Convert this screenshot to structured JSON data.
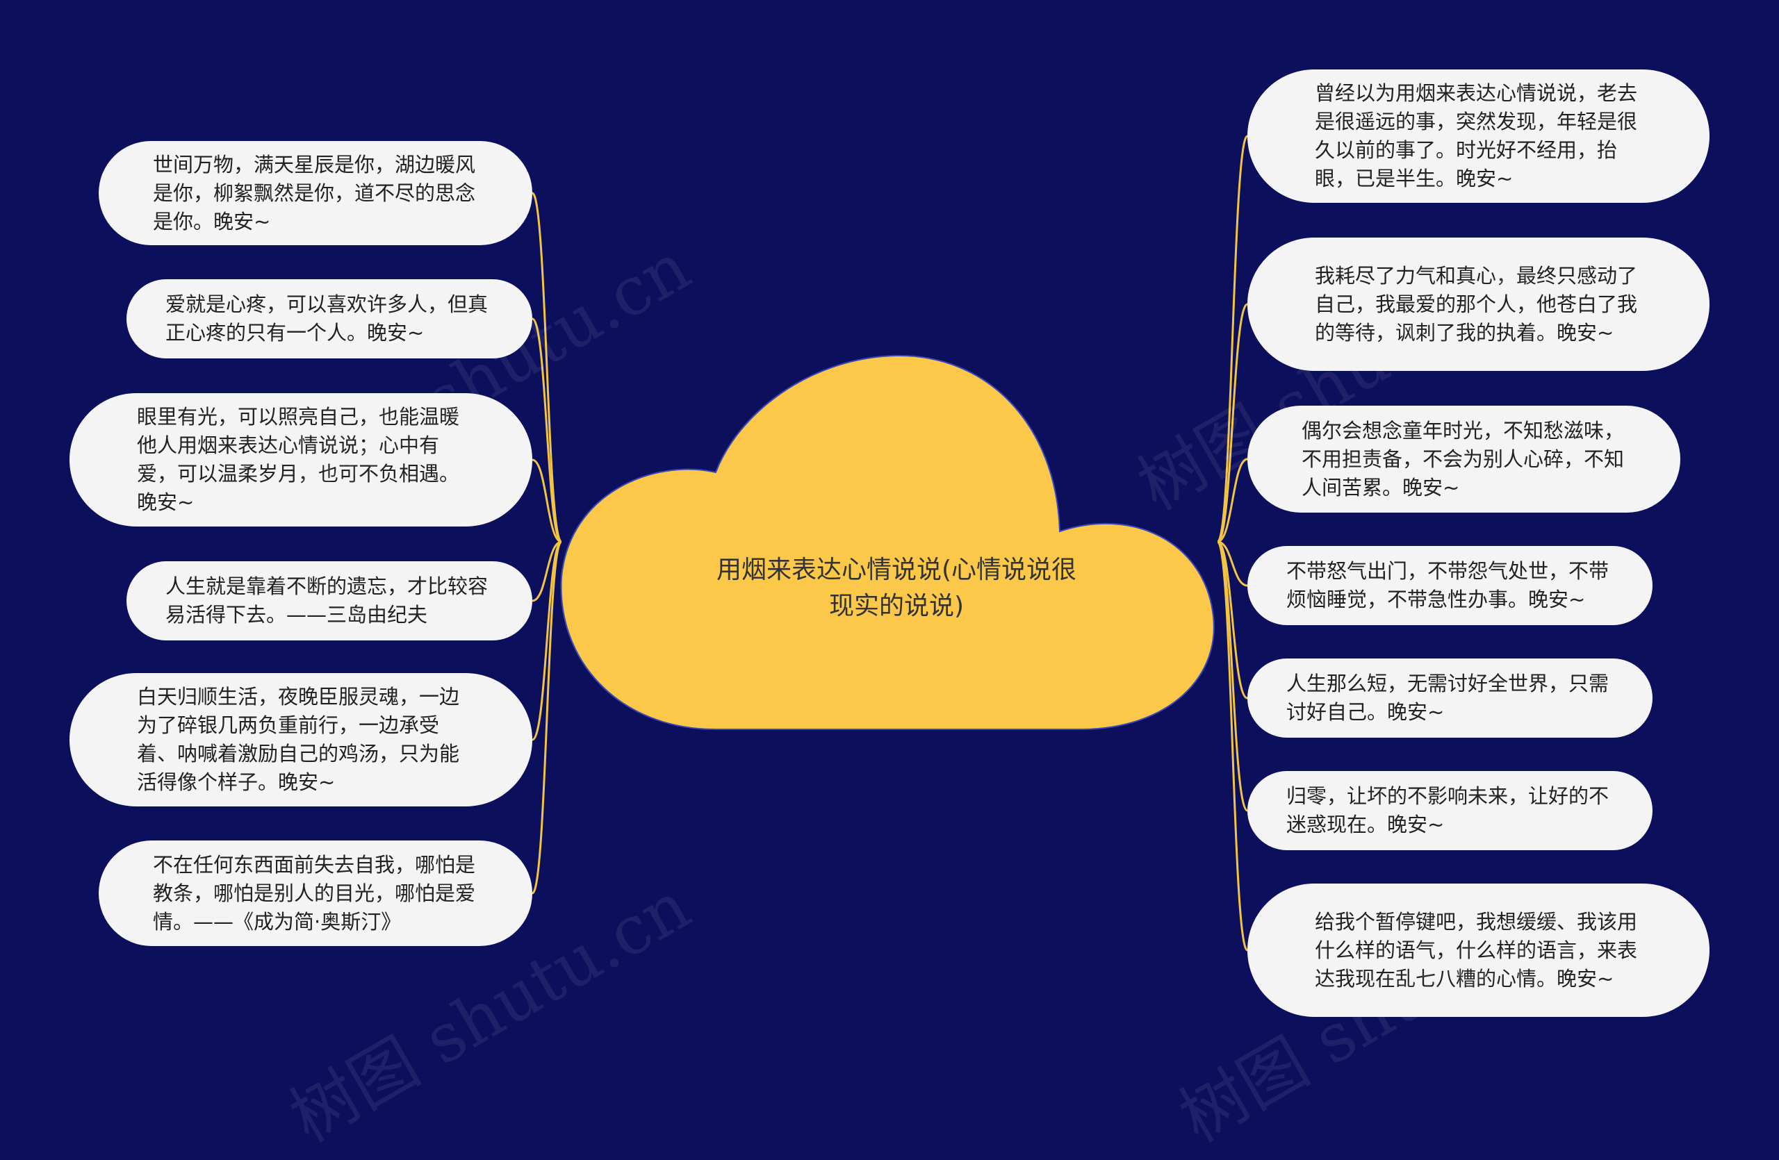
{
  "center": {
    "title": "用烟来表达心情说说(心情说说很现实的说说)"
  },
  "left_nodes": [
    {
      "text": "世间万物，满天星辰是你，湖边暖风是你，柳絮飘然是你，道不尽的思念是你。晚安~"
    },
    {
      "text": "爱就是心疼，可以喜欢许多人，但真正心疼的只有一个人。晚安~"
    },
    {
      "text": "眼里有光，可以照亮自己，也能温暖他人用烟来表达心情说说；心中有爱，可以温柔岁月，也可不负相遇。晚安~"
    },
    {
      "text": "人生就是靠着不断的遗忘，才比较容易活得下去。——三岛由纪夫"
    },
    {
      "text": "白天归顺生活，夜晚臣服灵魂，一边为了碎银几两负重前行，一边承受着、呐喊着激励自己的鸡汤，只为能活得像个样子。晚安~"
    },
    {
      "text": "不在任何东西面前失去自我，哪怕是教条，哪怕是别人的目光，哪怕是爱情。——《成为简·奥斯汀》"
    }
  ],
  "right_nodes": [
    {
      "text": "曾经以为用烟来表达心情说说，老去是很遥远的事，突然发现，年轻是很久以前的事了。时光好不经用，抬眼，已是半生。晚安~"
    },
    {
      "text": "我耗尽了力气和真心，最终只感动了自己，我最爱的那个人，他苍白了我的等待，讽刺了我的执着。晚安~"
    },
    {
      "text": "偶尔会想念童年时光，不知愁滋味，不用担责备，不会为别人心碎，不知人间苦累。晚安~"
    },
    {
      "text": "不带怒气出门，不带怨气处世，不带烦恼睡觉，不带急性办事。晚安~"
    },
    {
      "text": "人生那么短，无需讨好全世界，只需讨好自己。晚安~"
    },
    {
      "text": "归零，让坏的不影响未来，让好的不迷惑现在。晚安~"
    },
    {
      "text": "给我个暂停键吧，我想缓缓、我该用什么样的语气，什么样的语言，来表达我现在乱七八糟的心情。晚安~"
    }
  ],
  "watermark": {
    "text": "树图 shutu.cn"
  },
  "colors": {
    "background": "#0c0f5c",
    "center_fill": "#fcc84a",
    "center_stroke": "#3a49b8",
    "connector": "#f2c443",
    "node_fill": "#f4f4f5",
    "node_text": "#222222"
  }
}
